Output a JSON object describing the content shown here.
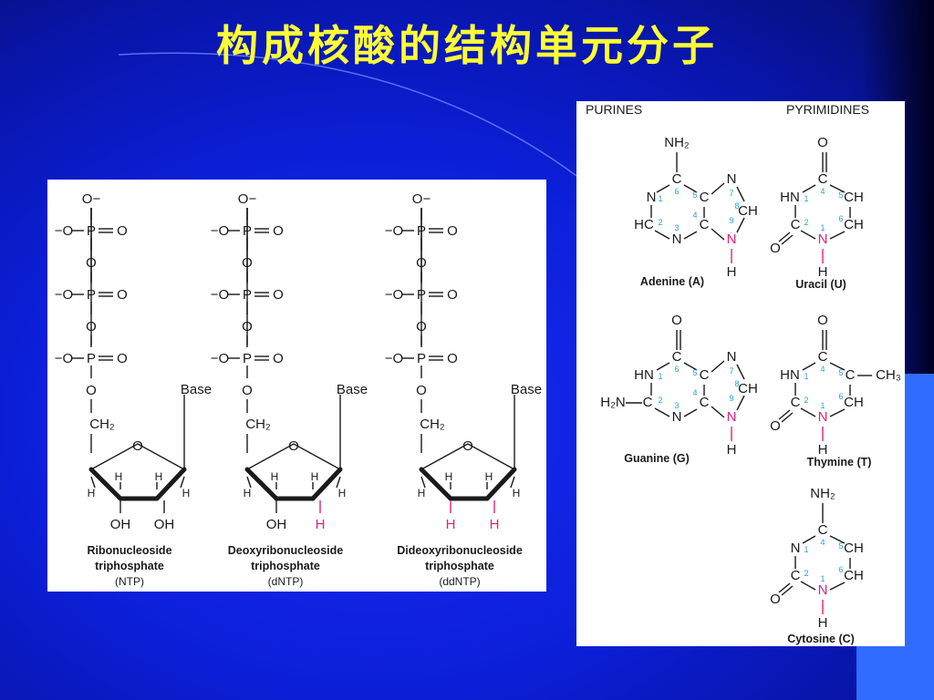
{
  "title": "构成核酸的结构单元分子",
  "nucleotides": [
    {
      "phosphate_o_top": "O−",
      "phosphate_o_side": "−O",
      "phosphate_p": "P",
      "phosphate_o": "O",
      "ch2": "CH₂",
      "base": "Base",
      "ring_o": "O",
      "h": "H",
      "c2_sub": "OH",
      "c3_sub": "OH",
      "c2_highlight": false,
      "c3_highlight": false,
      "caption_line1": "Ribonucleoside",
      "caption_line2": "triphosphate",
      "caption_abbr": "(NTP)"
    },
    {
      "phosphate_o_top": "O−",
      "phosphate_o_side": "−O",
      "phosphate_p": "P",
      "phosphate_o": "O",
      "ch2": "CH₂",
      "base": "Base",
      "ring_o": "O",
      "h": "H",
      "c2_sub": "OH",
      "c3_sub": "H",
      "c2_highlight": false,
      "c3_highlight": true,
      "caption_line1": "Deoxyribonucleoside",
      "caption_line2": "triphosphate",
      "caption_abbr": "(dNTP)"
    },
    {
      "phosphate_o_top": "O−",
      "phosphate_o_side": "−O",
      "phosphate_p": "P",
      "phosphate_o": "O",
      "ch2": "CH₂",
      "base": "Base",
      "ring_o": "O",
      "h": "H",
      "c2_sub": "H",
      "c3_sub": "H",
      "c2_highlight": true,
      "c3_highlight": true,
      "caption_line1": "Dideoxyribonucleoside",
      "caption_line2": "triphosphate",
      "caption_abbr": "(ddNTP)"
    }
  ],
  "bases": {
    "purines_header": "PURINES",
    "pyrimidines_header": "PYRIMIDINES",
    "adenine": "Adenine (A)",
    "guanine": "Guanine (G)",
    "uracil": "Uracil (U)",
    "thymine": "Thymine (T)",
    "cytosine": "Cytosine (C)",
    "atoms": {
      "nh2": "NH₂",
      "h2n": "H₂N",
      "o": "O",
      "n": "N",
      "c": "C",
      "ch": "CH",
      "hc": "HC",
      "hn": "HN",
      "h": "H",
      "ch3": "CH₃"
    },
    "numbers": [
      "1",
      "2",
      "3",
      "4",
      "5",
      "6",
      "7",
      "8",
      "9"
    ]
  },
  "colors": {
    "title": "#ffff33",
    "highlight": "#e0207a",
    "ring_number": "#2a9fd8",
    "panel": "#ffffff"
  }
}
